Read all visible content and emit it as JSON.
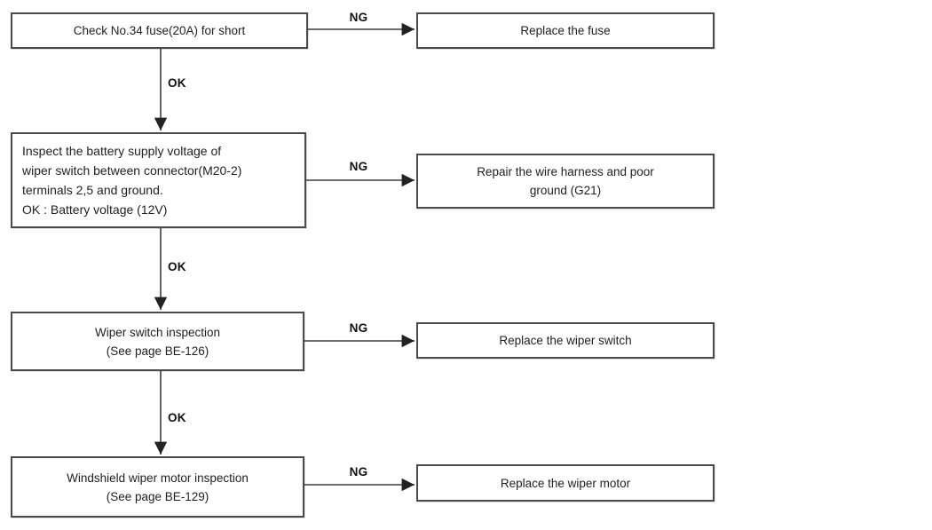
{
  "flowchart": {
    "steps": [
      {
        "check": "Check No.34 fuse(20A) for short",
        "ng": "NG",
        "action": "Replace the fuse",
        "ok": "OK"
      },
      {
        "check": "Inspect the battery supply voltage of\nwiper switch between connector(M20-2)\nterminals 2,5 and ground.\nOK : Battery voltage (12V)",
        "ng": "NG",
        "action": "Repair the wire harness and poor\nground (G21)",
        "ok": "OK"
      },
      {
        "check": "Wiper switch inspection\n(See page BE-126)",
        "ng": "NG",
        "action": "Replace the wiper switch",
        "ok": "OK"
      },
      {
        "check": "Windshield wiper motor inspection\n(See page BE-129)",
        "ng": "NG",
        "action": "Replace the wiper motor"
      }
    ],
    "colors": {
      "background": "#ffffff",
      "box_border": "#4a4a4a",
      "arrow": "#3d3d3d",
      "text": "#1f1f1f"
    }
  }
}
